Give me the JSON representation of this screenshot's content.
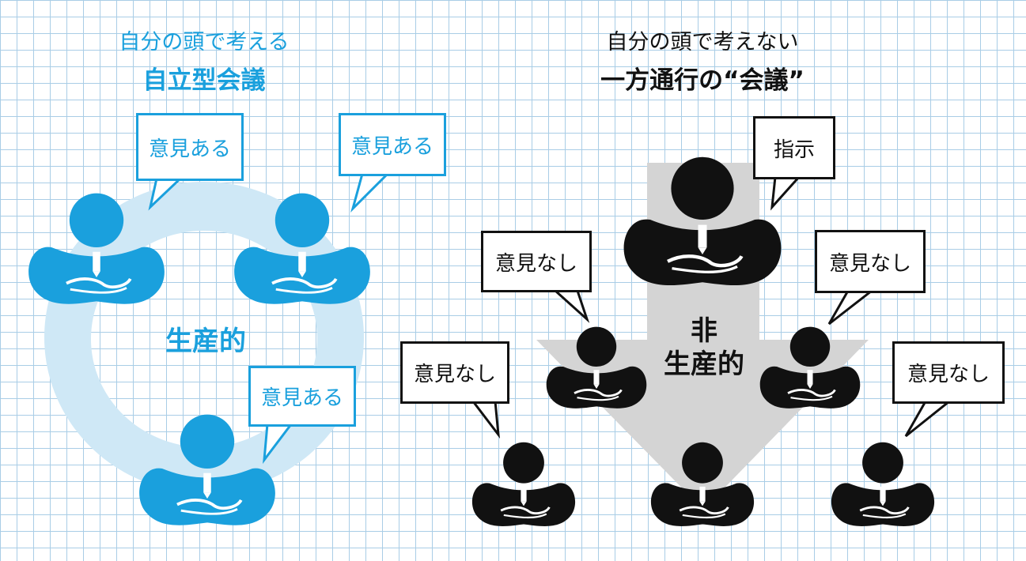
{
  "left": {
    "subtitle": "自分の頭で考える",
    "title": "自立型会議",
    "center_label": "生産的",
    "bubbles": [
      "意見ある",
      "意見ある",
      "意見ある"
    ],
    "color": "#1aa0dd",
    "ring_color": "#cfe8f6"
  },
  "right": {
    "subtitle": "自分の頭で考えない",
    "title": "一方通行の“会議”",
    "center_label_line1": "非",
    "center_label_line2": "生産的",
    "boss_bubble": "指示",
    "bubbles": [
      "意見なし",
      "意見なし",
      "意見なし",
      "意見なし"
    ],
    "color": "#111111",
    "arrow_color": "#d4d4d4"
  }
}
